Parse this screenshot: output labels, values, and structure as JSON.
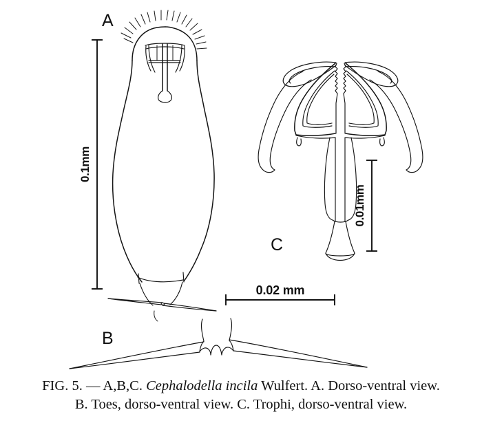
{
  "figure": {
    "panel_labels": {
      "a": "A",
      "b": "B",
      "c": "C"
    },
    "scale_bars": [
      {
        "id": "vertical-left",
        "label": "0.1mm",
        "orientation": "vertical",
        "applies_to": "A"
      },
      {
        "id": "vertical-right",
        "label": "0.01mm",
        "orientation": "vertical",
        "applies_to": "C"
      },
      {
        "id": "horizontal",
        "label": "0.02 mm",
        "orientation": "horizontal",
        "applies_to": "B"
      }
    ],
    "colors": {
      "ink": "#151515",
      "background": "#ffffff"
    }
  },
  "caption": {
    "line1_prefix": "F",
    "line1_smallcaps": "IG",
    "line1_a": ". 5. — A,B,C. ",
    "species": "Cephalodella incila",
    "line1_b": " Wulfert. A. Dorso-ventral view.",
    "line2": "B. Toes, dorso-ventral view.  C. Trophi,  dorso-ventral view."
  },
  "chart_data": {
    "type": "table",
    "title": "Cephalodella incila Wulfert — scientific illustration plate",
    "panels": [
      {
        "label": "A",
        "subject": "Whole animal, dorso-ventral view",
        "scale_bar": "0.1mm",
        "features": [
          "corona cilia",
          "head dome",
          "trophi (internal)",
          "vase-shaped trunk",
          "foot",
          "two toes"
        ]
      },
      {
        "label": "B",
        "subject": "Toes, dorso-ventral view",
        "scale_bar": "0.02 mm",
        "features": [
          "left toe",
          "right toe",
          "paired basal lobes"
        ]
      },
      {
        "label": "C",
        "subject": "Trophi, dorso-ventral view",
        "scale_bar": "0.01mm",
        "features": [
          "left ramus",
          "right ramus",
          "left manubrium",
          "right manubrium",
          "unci",
          "fulcrum"
        ]
      }
    ]
  }
}
